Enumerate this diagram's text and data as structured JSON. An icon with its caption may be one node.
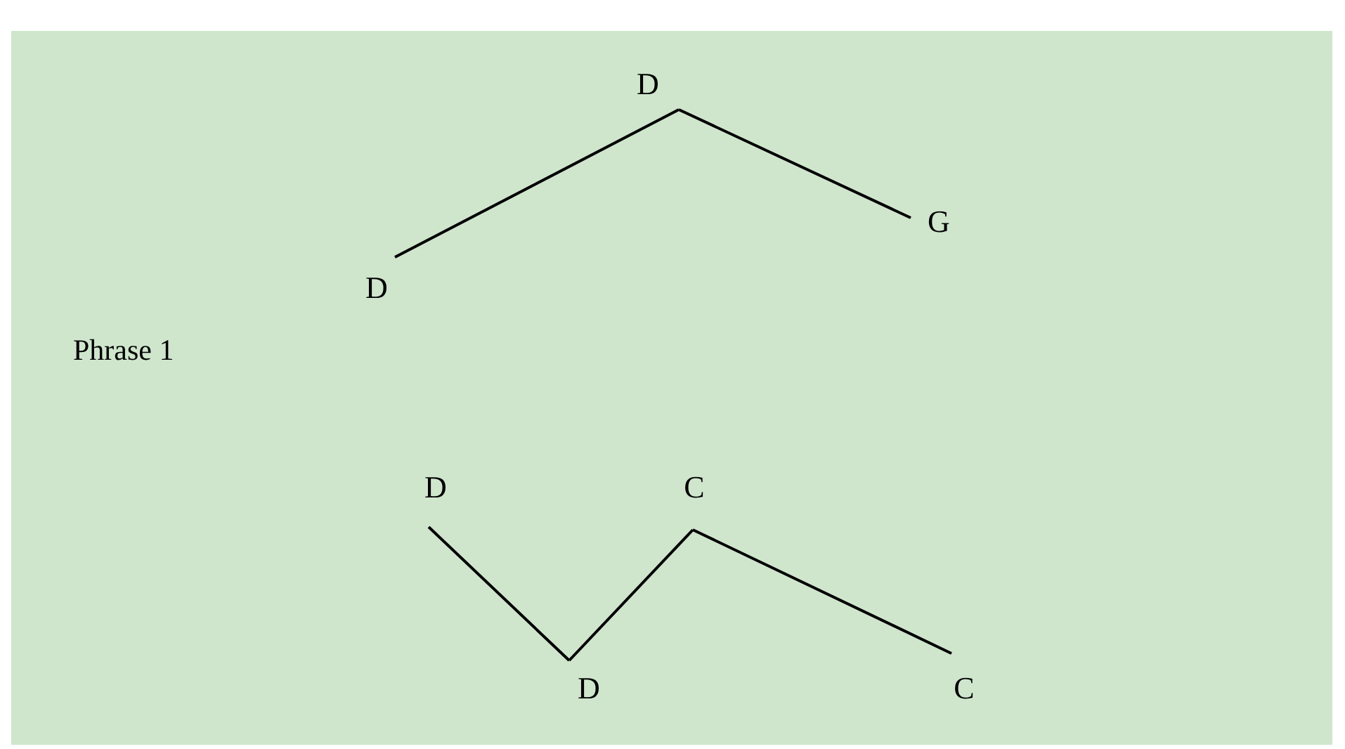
{
  "diagram": {
    "nodes": [
      {
        "text": [
          "D"
        ]
      },
      {
        "text": [
          "G"
        ]
      },
      {
        "text": [
          "D"
        ]
      },
      {
        "text": [
          "D"
        ]
      },
      {
        "text": [
          "C"
        ]
      },
      {
        "text": [
          "D"
        ]
      },
      {
        "text": [
          "C"
        ]
      }
    ],
    "edges": [
      {
        "from": 0,
        "to": 2,
        "arrow": "none"
      },
      {
        "from": 0,
        "to": 1,
        "arrow": "none"
      },
      {
        "from": 3,
        "to": 5,
        "arrow": "none"
      },
      {
        "from": 5,
        "to": 4,
        "arrow": "none"
      },
      {
        "from": 4,
        "to": 6,
        "arrow": "none"
      }
    ],
    "labels": [
      "Phrase 1"
    ]
  }
}
